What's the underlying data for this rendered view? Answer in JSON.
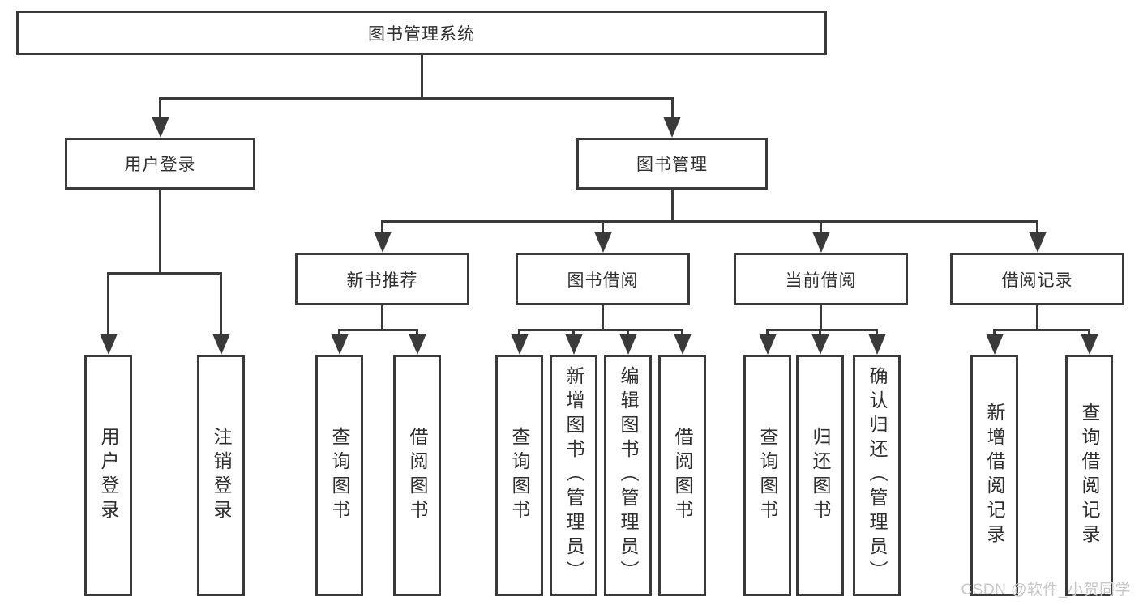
{
  "diagram": {
    "root": {
      "label": "图书管理系统"
    },
    "level2": [
      {
        "label": "用户登录"
      },
      {
        "label": "图书管理"
      }
    ],
    "level3": [
      {
        "label": "新书推荐"
      },
      {
        "label": "图书借阅"
      },
      {
        "label": "当前借阅"
      },
      {
        "label": "借阅记录"
      }
    ],
    "leaves": {
      "user_login": [
        {
          "label": "用户登录"
        },
        {
          "label": "注销登录"
        }
      ],
      "new_book": [
        {
          "label": "查询图书"
        },
        {
          "label": "借阅图书"
        }
      ],
      "book_borrow": [
        {
          "label": "查询图书"
        },
        {
          "label": "新增图书（管理员）"
        },
        {
          "label": "编辑图书（管理员）"
        },
        {
          "label": "借阅图书"
        }
      ],
      "current_borrow": [
        {
          "label": "查询图书"
        },
        {
          "label": "归还图书"
        },
        {
          "label": "确认归还（管理员）"
        }
      ],
      "borrow_records": [
        {
          "label": "新增借阅记录"
        },
        {
          "label": "查询借阅记录"
        }
      ]
    }
  },
  "watermark": {
    "text": "CSDN @软件_小贺同学"
  },
  "colors": {
    "line": "#3a3a3a",
    "text": "#2e2e2e",
    "watermark": "#c8c8c8",
    "background": "#ffffff"
  }
}
